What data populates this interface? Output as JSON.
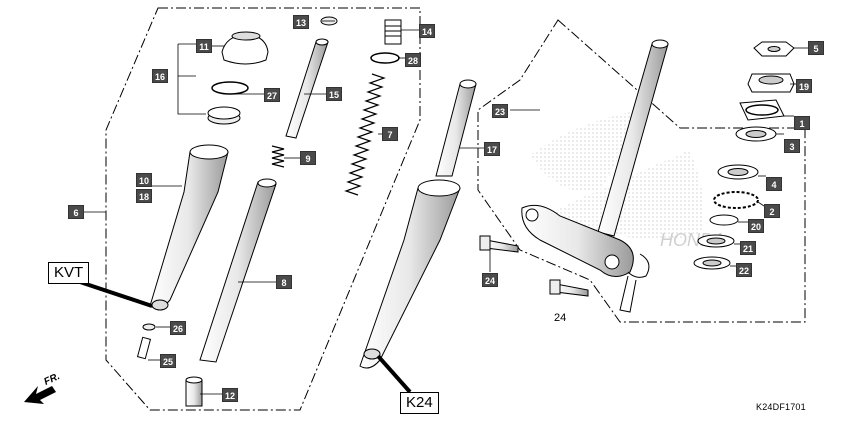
{
  "labels": {
    "n1": "1",
    "n2": "2",
    "n3": "3",
    "n4": "4",
    "n5": "5",
    "n6": "6",
    "n7": "7",
    "n8": "8",
    "n9": "9",
    "n10": "10",
    "n11": "11",
    "n12": "12",
    "n13": "13",
    "n14": "14",
    "n15": "15",
    "n16": "16",
    "n17": "17",
    "n18": "18",
    "n19": "19",
    "n20": "20",
    "n21": "21",
    "n22": "22",
    "n23": "23",
    "n24": "24",
    "n24b": "24",
    "n25": "25",
    "n26": "26",
    "n27": "27",
    "n28": "28"
  },
  "callouts": {
    "kvt": "KVT",
    "k24": "K24"
  },
  "direction": "FR.",
  "catalog_code": "K24DF1701",
  "colors": {
    "box_fill": "#4a4a4a",
    "box_text": "#ffffff",
    "line": "#000000",
    "watermark": "#cccccc"
  }
}
